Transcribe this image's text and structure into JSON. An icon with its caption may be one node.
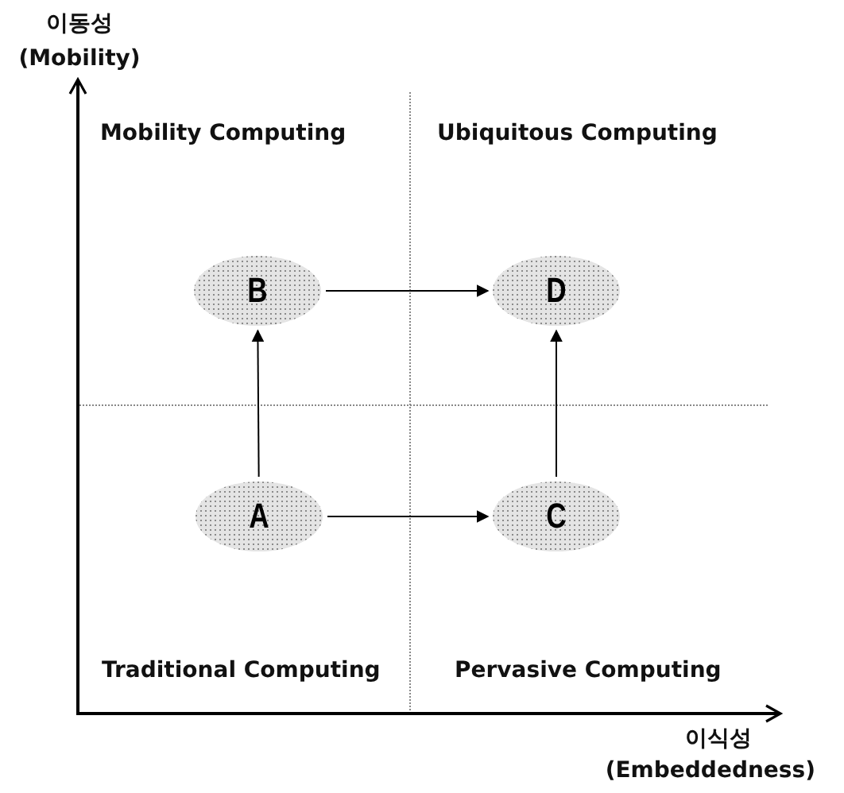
{
  "diagram": {
    "nodes": [
      {
        "text": [
          "B"
        ]
      },
      {
        "text": [
          "D"
        ]
      },
      {
        "text": [
          "A"
        ]
      },
      {
        "text": [
          "C"
        ]
      }
    ],
    "edges": [
      {
        "from": 0,
        "to": 1,
        "arrow": "to"
      },
      {
        "from": 2,
        "to": 0,
        "arrow": "to"
      },
      {
        "from": 2,
        "to": 3,
        "arrow": "to"
      },
      {
        "from": 3,
        "to": 1,
        "arrow": "to"
      }
    ],
    "labels": [
      "이동성",
      "(Mobility)",
      "Mobility Computing",
      "Ubiquitous Computing",
      "Traditional Computing",
      "Pervasive Computing",
      "이식성",
      "(Embeddedness)"
    ]
  }
}
